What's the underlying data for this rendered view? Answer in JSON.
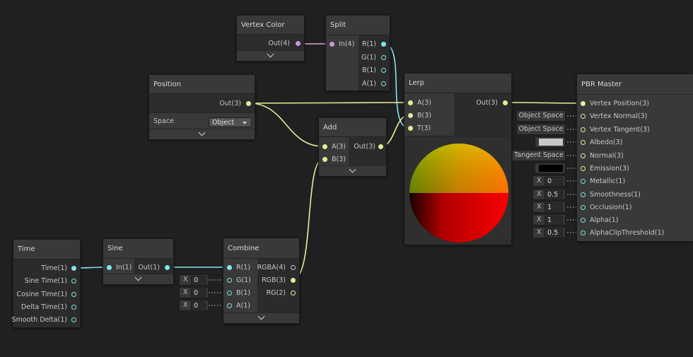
{
  "nodes": {
    "vertex_color": {
      "title": "Vertex Color",
      "out": "Out(4)"
    },
    "split": {
      "title": "Split",
      "in": "In(4)",
      "outs": [
        "R(1)",
        "G(1)",
        "B(1)",
        "A(1)"
      ]
    },
    "position": {
      "title": "Position",
      "out": "Out(3)",
      "space_label": "Space",
      "space_value": "Object"
    },
    "add": {
      "title": "Add",
      "ins": [
        "A(3)",
        "B(3)"
      ],
      "out": "Out(3)"
    },
    "lerp": {
      "title": "Lerp",
      "ins": [
        "A(3)",
        "B(3)",
        "T(3)"
      ],
      "out": "Out(3)"
    },
    "pbr": {
      "title": "PBR Master",
      "inputs": [
        "Vertex Position(3)",
        "Vertex Normal(3)",
        "Vertex Tangent(3)",
        "Albedo(3)",
        "Normal(3)",
        "Emission(3)",
        "Metallic(1)",
        "Smoothness(1)",
        "Occlusion(1)",
        "Alpha(1)",
        "AlphaClipThreshold(1)"
      ],
      "vertex_normal_space": "Object Space",
      "vertex_tangent_space": "Object Space",
      "normal_space": "Tangent Space",
      "albedo_color": "#c8c8c8",
      "emission_color": "#000000",
      "x_label": "X",
      "metallic": "0",
      "smoothness": "0.5",
      "occlusion": "1",
      "alpha": "1",
      "alpha_clip": "0.5"
    },
    "time": {
      "title": "Time",
      "outs": [
        "Time(1)",
        "Sine Time(1)",
        "Cosine Time(1)",
        "Delta Time(1)",
        "Smooth Delta(1)"
      ]
    },
    "sine": {
      "title": "Sine",
      "in": "In(1)",
      "out": "Out(1)"
    },
    "combine": {
      "title": "Combine",
      "ins": [
        "R(1)",
        "G(1)",
        "B(1)",
        "A(1)"
      ],
      "outs": [
        "RGBA(4)",
        "RGB(3)",
        "RG(2)"
      ],
      "x_label": "X",
      "g_value": "0",
      "b_value": "0",
      "a_value": "0"
    }
  },
  "colors": {
    "background": "#202020",
    "wire_vector3": "#e8ea9a",
    "wire_vector1": "#84e4e7",
    "wire_vector4": "#c999d8"
  },
  "icons": {
    "collapse": "chevron-down-icon",
    "dropdown": "caret-down-icon"
  }
}
